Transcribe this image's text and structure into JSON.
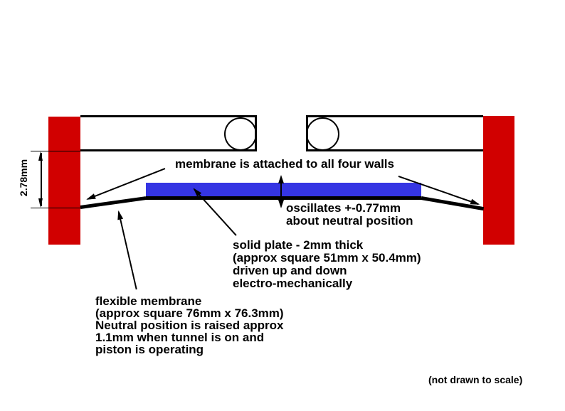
{
  "diagram": {
    "scale_note": "(not drawn to scale)",
    "dimension": {
      "label": "2.78mm"
    },
    "annotations": {
      "membrane_attached": "membrane is attached to all four walls",
      "oscillates": [
        "oscillates +-0.77mm",
        "about neutral position"
      ],
      "solid_plate": [
        "solid plate - 2mm thick",
        "(approx square 51mm x 50.4mm)",
        "driven up and down",
        "electro-mechanically"
      ],
      "flexible_membrane": [
        "flexible membrane",
        "(approx square 76mm x 76.3mm)",
        "Neutral position is raised approx",
        "1.1mm when tunnel is on and",
        "piston is operating"
      ]
    },
    "colors": {
      "wall": "#d10000",
      "plate": "#3535e3",
      "line": "#000000"
    }
  }
}
